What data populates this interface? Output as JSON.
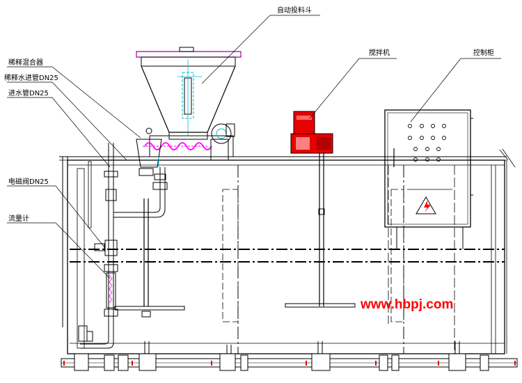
{
  "labels": {
    "hopper": "自动投料斗",
    "mixer_label": "搅拌机",
    "control_cabinet": "控制柜",
    "dilution_mixer": "稀释混合器",
    "dilution_pipe": "稀释水进管DN25",
    "inlet_pipe": "进水管DN25",
    "solenoid_valve": "电磁阀DN25",
    "flowmeter": "流量计"
  },
  "watermark": "www.hbpj.com",
  "colors": {
    "line": "#000000",
    "tank_line": "#000000",
    "cyan": "#00bcd4",
    "magenta": "#ff00ff",
    "motor_red": "#e60000",
    "watermark": "#ff0000",
    "warning_red": "#ff0000"
  },
  "icons": {
    "motor": "mixer-motor-icon",
    "warning": "electrical-warning-icon"
  }
}
